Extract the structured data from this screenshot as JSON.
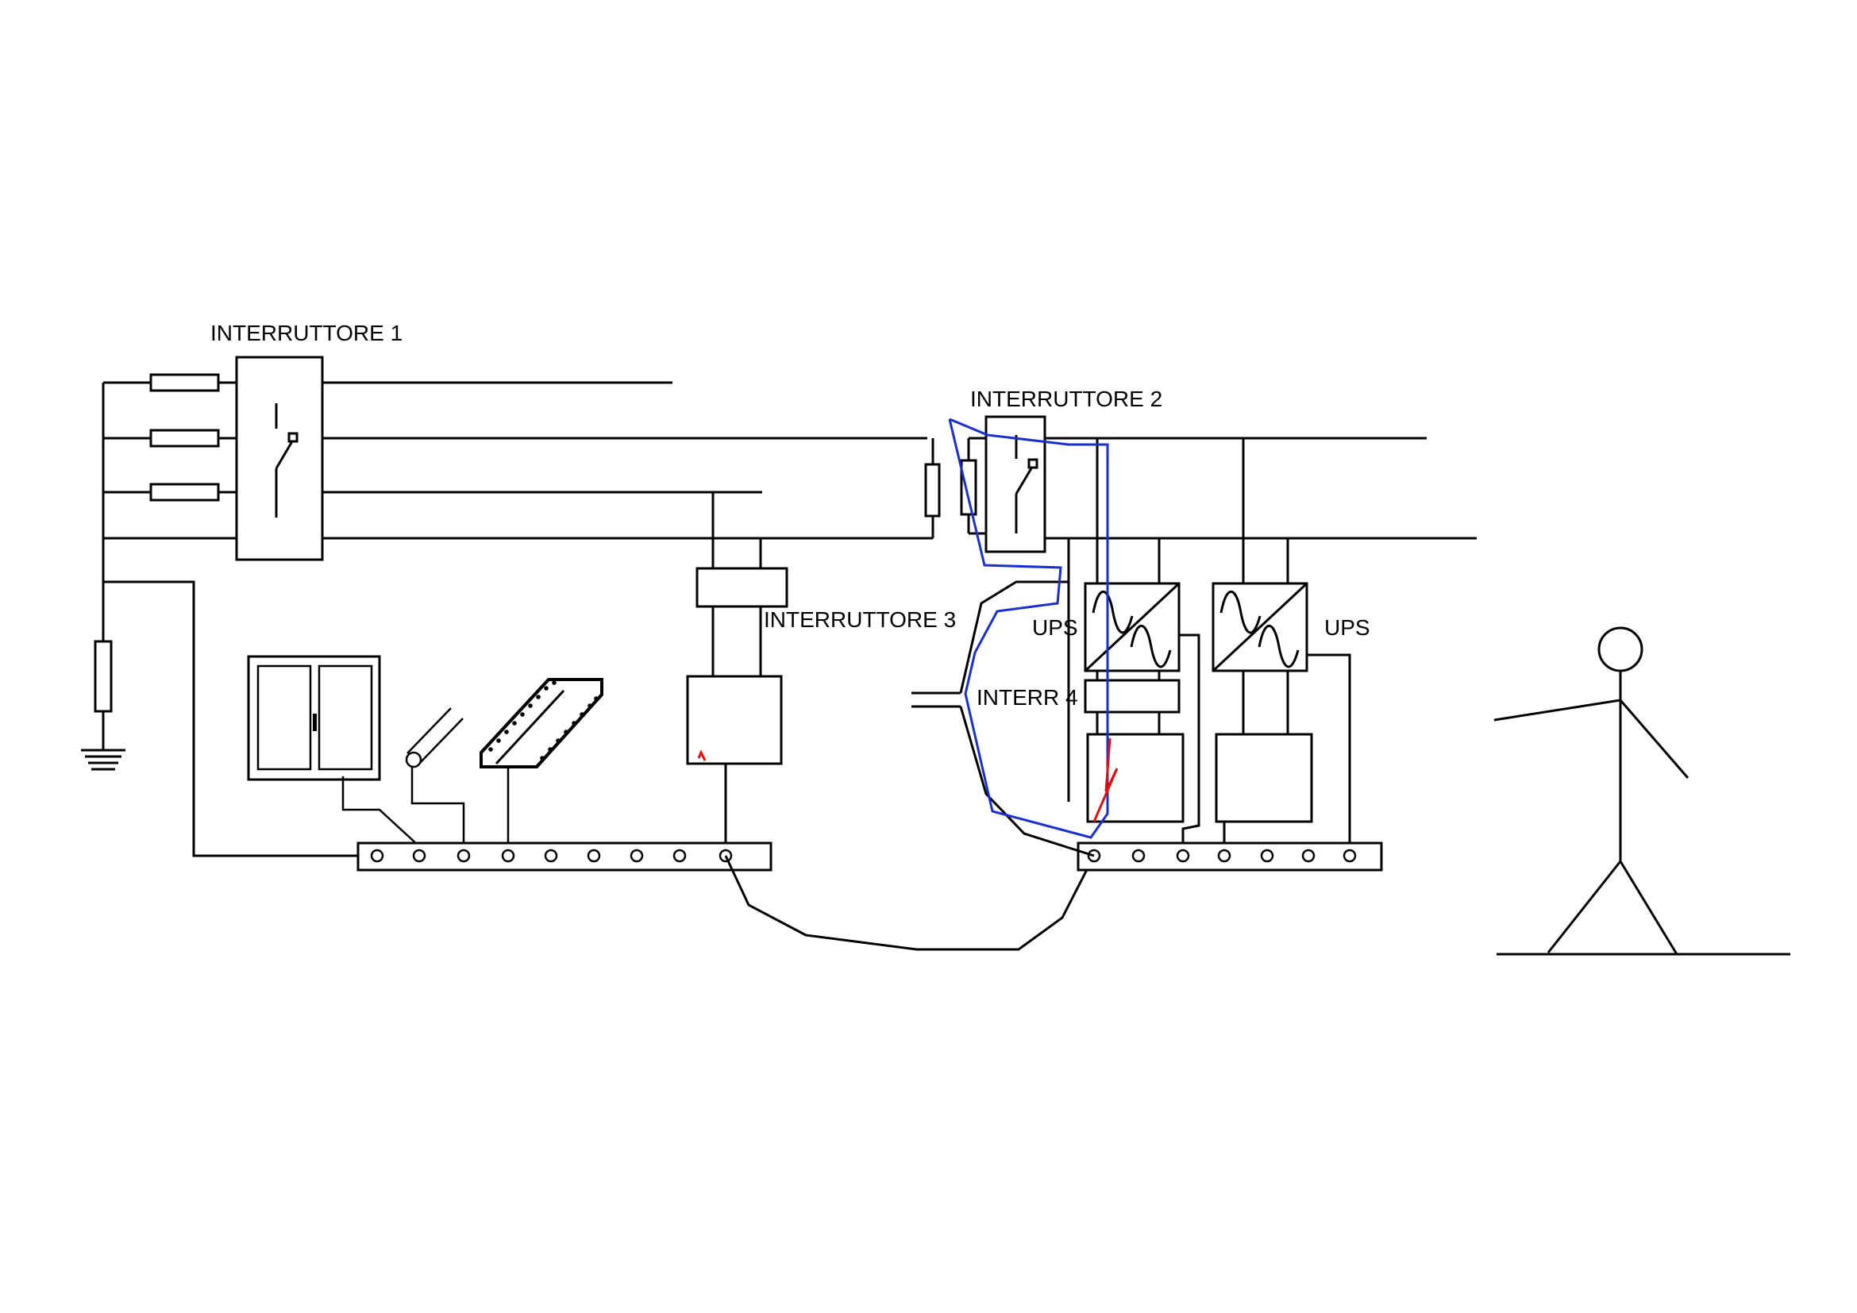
{
  "labels": {
    "switch1": "INTERRUTTORE 1",
    "switch2": "INTERRUTTORE 2",
    "switch3": "INTERRUTTORE 3",
    "switch4": "INTERR 4",
    "ups_left": "UPS",
    "ups_right": "UPS"
  },
  "colors": {
    "line": "#000000",
    "fault_path": "#1a2fd0",
    "fault_arc": "#e01010",
    "background": "#ffffff"
  },
  "icons": [
    "ground-icon",
    "resistor-icon",
    "switch-icon",
    "ups-icon",
    "window-icon",
    "pipe-icon",
    "cable-tray-icon",
    "person-icon"
  ]
}
